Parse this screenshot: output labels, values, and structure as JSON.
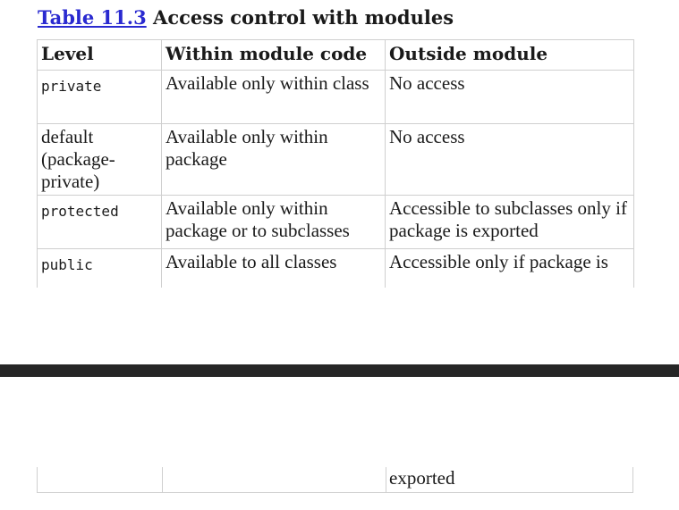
{
  "caption": {
    "number": "Table 11.3",
    "title": "Access control with modules"
  },
  "table": {
    "headers": [
      "Level",
      "Within module code",
      "Outside module"
    ],
    "rows": [
      {
        "level": "private",
        "within": "Available only within class",
        "outside": "No access"
      },
      {
        "level": "default (package-private)",
        "within": "Available only within package",
        "outside": "No access"
      },
      {
        "level": "protected",
        "within": "Available only within package or to subclasses",
        "outside": "Accessible to subclasses only if package is exported"
      },
      {
        "level": "public",
        "within": "Available to all classes",
        "outside": "Accessible only if package is"
      }
    ],
    "continuation": {
      "outside": "exported"
    }
  }
}
